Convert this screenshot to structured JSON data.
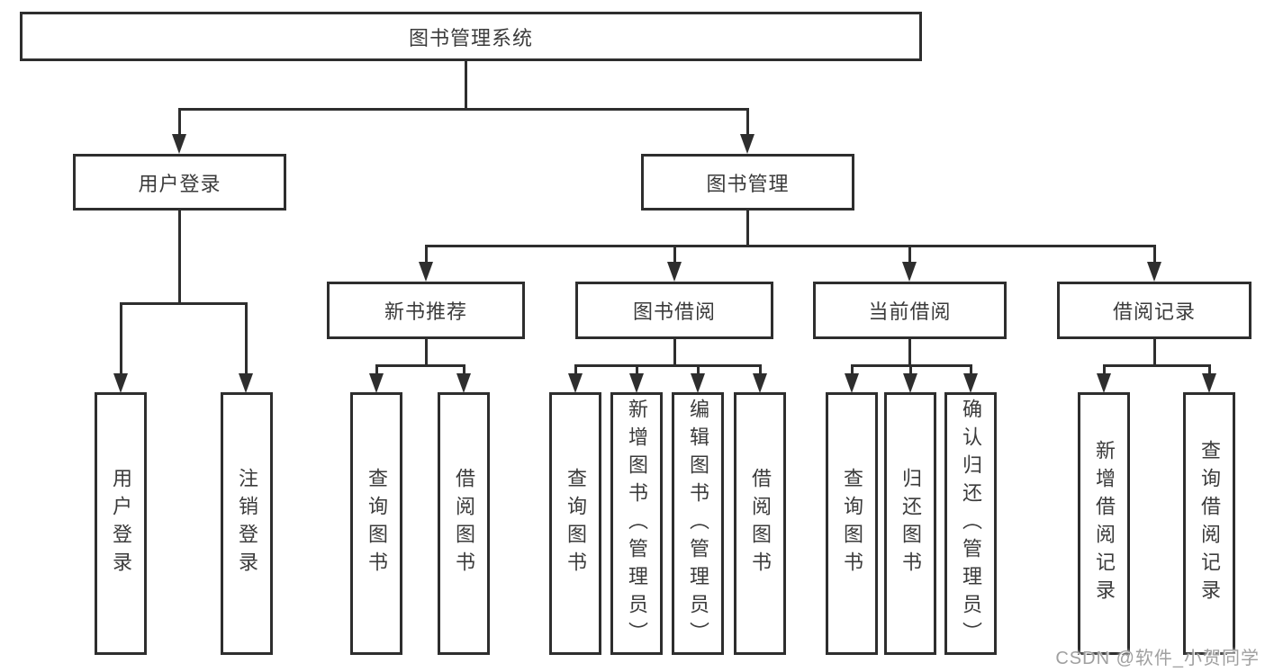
{
  "diagram": {
    "root": {
      "label": "图书管理系统"
    },
    "user_login": {
      "label": "用户登录",
      "children": [
        {
          "label": "用户登录"
        },
        {
          "label": "注销登录"
        }
      ]
    },
    "book_management": {
      "label": "图书管理",
      "sections": [
        {
          "label": "新书推荐",
          "children": [
            {
              "label": "查询图书"
            },
            {
              "label": "借阅图书"
            }
          ]
        },
        {
          "label": "图书借阅",
          "children": [
            {
              "label": "查询图书"
            },
            {
              "label": "新增图书（管理员）"
            },
            {
              "label": "编辑图书（管理员）"
            },
            {
              "label": "借阅图书"
            }
          ]
        },
        {
          "label": "当前借阅",
          "children": [
            {
              "label": "查询图书"
            },
            {
              "label": "归还图书"
            },
            {
              "label": "确认归还（管理员）"
            }
          ]
        },
        {
          "label": "借阅记录",
          "children": [
            {
              "label": "新增借阅记录"
            },
            {
              "label": "查询借阅记录"
            }
          ]
        }
      ]
    },
    "colors": {
      "line": "#2e2e2e",
      "box_border": "#2e2e2e",
      "text": "#3b3b3b",
      "background": "#ffffff",
      "watermark": "#a0a0a0"
    }
  },
  "watermark": {
    "label": "CSDN @软件_小贺同学"
  }
}
